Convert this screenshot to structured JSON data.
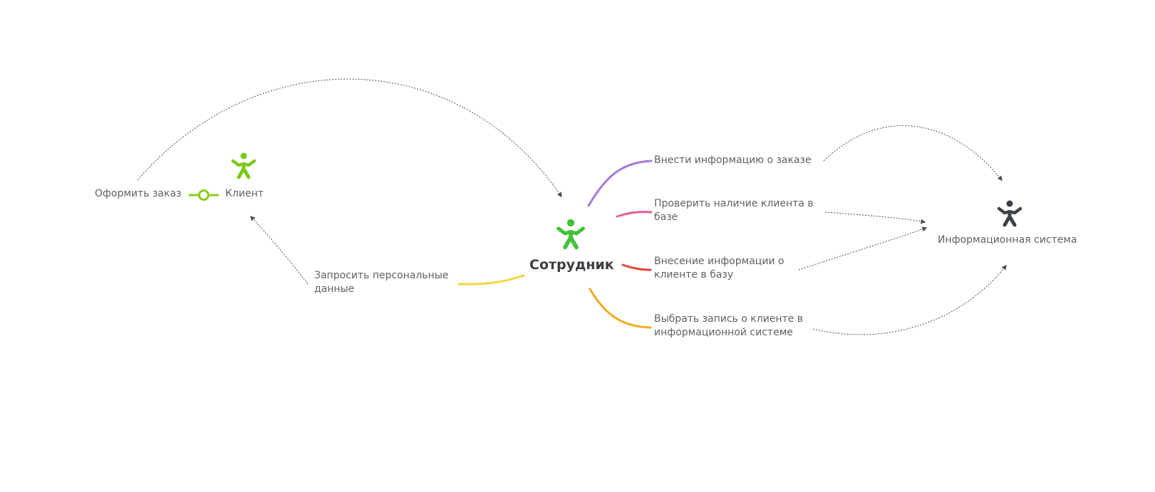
{
  "actors": {
    "client": {
      "label": "Клиент",
      "icon": "person-icon",
      "color": "#7dc81a"
    },
    "employee": {
      "label": "Сотрудник",
      "icon": "person-icon",
      "color": "#43c13a"
    },
    "system": {
      "label": "Информационная система",
      "icon": "person-icon",
      "color": "#3d4147"
    }
  },
  "topics": {
    "place_order": "Оформить заказ",
    "request_personal_data": {
      "line1": "Запросить персональные",
      "line2": "данные"
    },
    "enter_order_info": "Внести информацию о заказе",
    "check_client": {
      "line1": "Проверить наличие клиента в",
      "line2": "базе"
    },
    "enter_client_info": {
      "line1": "Внесение информации о",
      "line2": "клиенте в базу"
    },
    "select_client_record": {
      "line1": "Выбрать запись о клиенте в",
      "line2": "информационной системе"
    }
  },
  "branch_colors": {
    "enter_order_info": "#a479dc",
    "check_client": "#e0609a",
    "enter_client_info": "#e2443a",
    "select_client_record": "#f0ab1e",
    "request_personal_data": "#f5d33c",
    "client_link": "#8ccc1c"
  },
  "relationship_color": "#4a4d52"
}
